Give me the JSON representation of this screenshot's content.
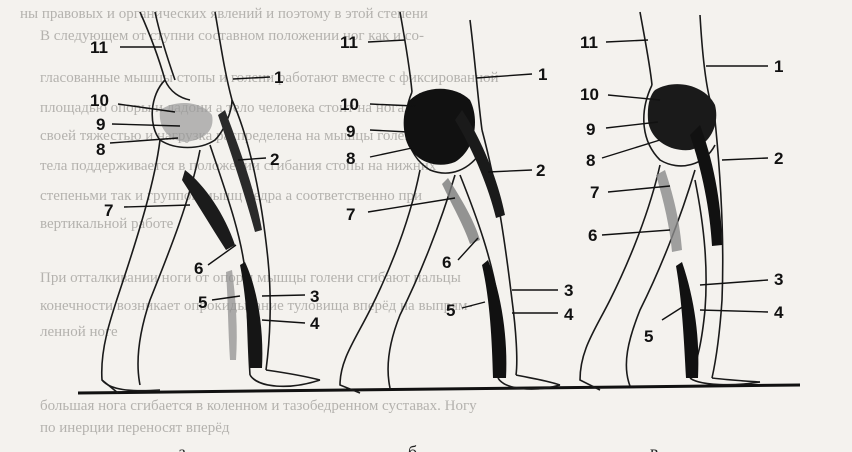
{
  "figure": {
    "labels": [
      "1",
      "2",
      "3",
      "4",
      "5",
      "6",
      "7",
      "8",
      "9",
      "10",
      "11"
    ],
    "bottom_marks": [
      "а",
      "б",
      "в"
    ],
    "background_lines": [
      "ны правовых и органических явлений и поэтому в этой степени",
      "В следующем от ступни составном положении ног как и со-",
      "гласованные мышцы стопы и голени работают вместе с фиксированной",
      "площадью опоры и ладони а тело человека стоит на ногах",
      "своей тяжестью и нагрузка распределена на мышцы голени и",
      "тела поддерживается в положении сгибания стопы на нижних",
      "степеньми так и группой мышц бедра а соответственно при",
      "вертикальной работе",
      "При отталкивании ноги от опоры мышцы голени сгибают пальцы",
      "конечности возникает опрокидывание туловища вперёд на выпрям-",
      "ленной ноге",
      "большая нога сгибается в коленном и тазобедренном суставах. Ногу",
      "по инерции переносят вперёд"
    ]
  }
}
